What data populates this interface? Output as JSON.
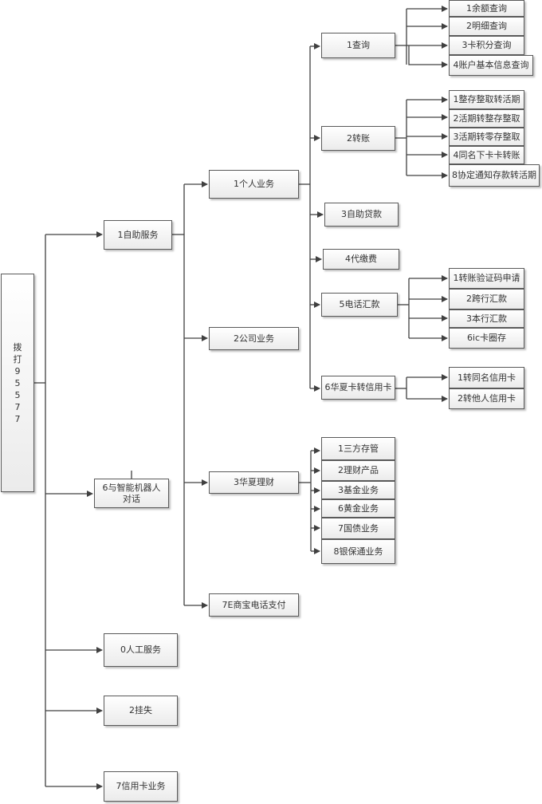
{
  "title": "拨打95577",
  "root": {
    "label": "拨打95577",
    "chars": [
      "拨",
      "打",
      "9",
      "5",
      "5",
      "7",
      "7"
    ]
  },
  "level1": [
    {
      "label": "1自助服务"
    },
    {
      "label": "6与智能机器人对话"
    },
    {
      "label": "0人工服务"
    },
    {
      "label": "2挂失"
    },
    {
      "label": "7信用卡业务"
    }
  ],
  "self_service": [
    {
      "label": "1个人业务"
    },
    {
      "label": "2公司业务"
    },
    {
      "label": "3华夏理财"
    },
    {
      "label": "7E商宝电话支付"
    }
  ],
  "personal": [
    {
      "label": "1查询"
    },
    {
      "label": "2转账"
    },
    {
      "label": "3自助贷款"
    },
    {
      "label": "4代缴费"
    },
    {
      "label": "5电话汇款"
    },
    {
      "label": "6华夏卡转信用卡"
    }
  ],
  "query": [
    {
      "label": "1余额查询"
    },
    {
      "label": "2明细查询"
    },
    {
      "label": "3卡积分查询"
    },
    {
      "label": "4账户基本信息查询"
    }
  ],
  "transfer": [
    {
      "label": "1整存整取转活期"
    },
    {
      "label": "2活期转整存整取"
    },
    {
      "label": "3活期转零存整取"
    },
    {
      "label": "4同名下卡卡转账"
    },
    {
      "label": "8协定通知存款转活期"
    }
  ],
  "remittance": [
    {
      "label": "1转账验证码申请"
    },
    {
      "label": "2跨行汇款"
    },
    {
      "label": "3本行汇款"
    },
    {
      "label": "6ic卡圈存"
    }
  ],
  "credit_transfer": [
    {
      "label": "1转同名信用卡"
    },
    {
      "label": "2转他人信用卡"
    }
  ],
  "wealth": [
    {
      "label": "1三方存管"
    },
    {
      "label": "2理财产品"
    },
    {
      "label": "3基金业务"
    },
    {
      "label": "6黄金业务"
    },
    {
      "label": "7国债业务"
    },
    {
      "label": "8银保通业务"
    }
  ],
  "colors": {
    "line": "#404040",
    "border": "#5a5a5a",
    "text": "#333333"
  }
}
